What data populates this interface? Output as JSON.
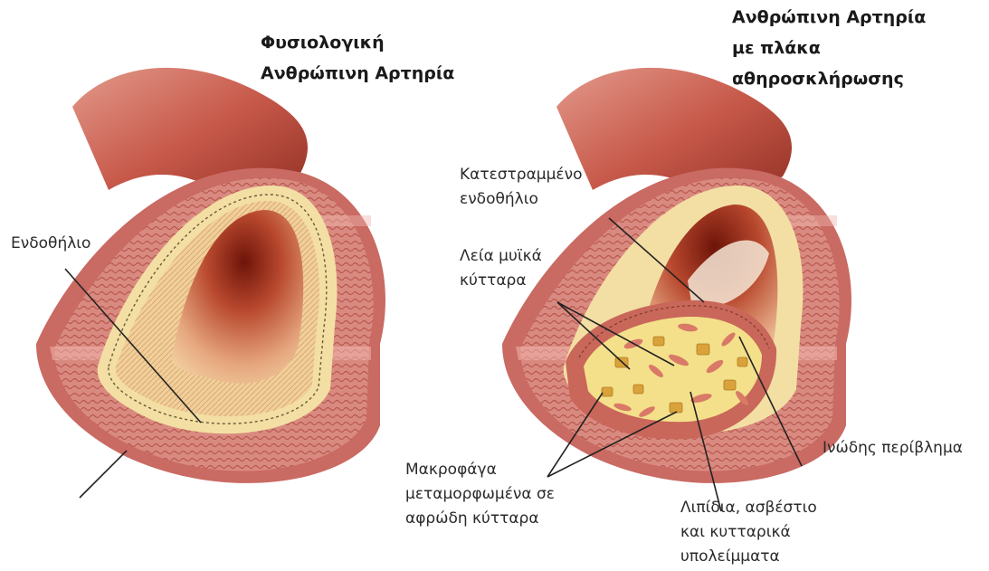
{
  "titles": {
    "normal": [
      "Φυσιολογική",
      "Ανθρώπινη Αρτηρία"
    ],
    "plaque": [
      "Ανθρώπινη Αρτηρία",
      "με πλάκα",
      "αθηροσκλήρωσης"
    ]
  },
  "labels": {
    "endothelium": [
      "Ενδοθήλιο"
    ],
    "damaged_endothelium": [
      "Κατεστραμμένο",
      "ενδοθήλιο"
    ],
    "smooth_muscle": [
      "Λεία μυϊκά",
      "κύτταρα"
    ],
    "fibrous_cap": [
      "Ινώδης περίβλημα"
    ],
    "foam_cells": [
      "Μακροφάγα",
      "μεταμορφωμένα σε",
      "αφρώδη κύτταρα"
    ],
    "lipids": [
      "Λιπίδια, ασβέστιο",
      "και κυτταρικά",
      "υπολείμματα"
    ]
  },
  "colors": {
    "wall_outer": "#c96a63",
    "wall_mid": "#e8a49c",
    "wall_pink": "#f2c4bd",
    "lumen_dark": "#7a1c10",
    "intima": "#f3dfa3",
    "plaque_fill": "#f4e08a",
    "lipid_chunk": "#d9a23a",
    "leader_line": "#222222"
  }
}
